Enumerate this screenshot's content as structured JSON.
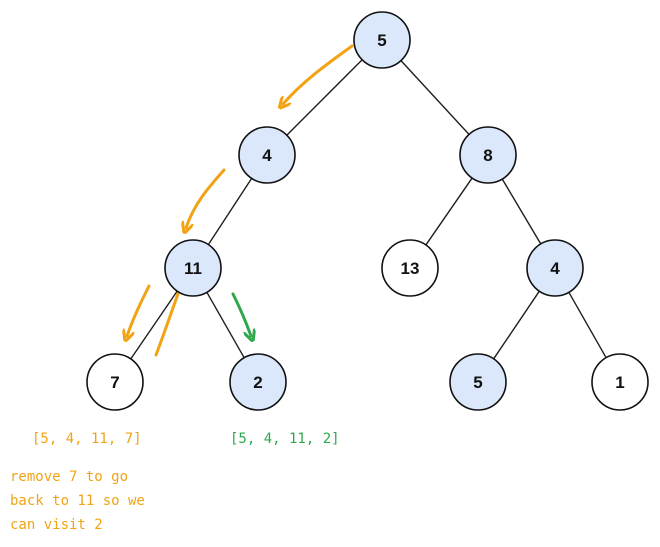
{
  "colors": {
    "edge": "#1f1f1f",
    "node_fill_highlight": "#dbe7fb",
    "node_fill_plain": "#ffffff",
    "node_stroke": "#111111",
    "path_orange": "#f2a314",
    "path_green": "#2fa84d"
  },
  "nodes": [
    {
      "id": "n5-root",
      "label": "5",
      "highlighted": true
    },
    {
      "id": "n4-left",
      "label": "4",
      "highlighted": true
    },
    {
      "id": "n8",
      "label": "8",
      "highlighted": true
    },
    {
      "id": "n11",
      "label": "11",
      "highlighted": true
    },
    {
      "id": "n13",
      "label": "13",
      "highlighted": false
    },
    {
      "id": "n4-right",
      "label": "4",
      "highlighted": true
    },
    {
      "id": "n7",
      "label": "7",
      "highlighted": false
    },
    {
      "id": "n2",
      "label": "2",
      "highlighted": true
    },
    {
      "id": "n5-leaf",
      "label": "5",
      "highlighted": true
    },
    {
      "id": "n1",
      "label": "1",
      "highlighted": false
    }
  ],
  "edges": [
    [
      "n5-root",
      "n4-left"
    ],
    [
      "n5-root",
      "n8"
    ],
    [
      "n4-left",
      "n11"
    ],
    [
      "n8",
      "n13"
    ],
    [
      "n8",
      "n4-right"
    ],
    [
      "n11",
      "n7"
    ],
    [
      "n11",
      "n2"
    ],
    [
      "n4-right",
      "n5-leaf"
    ],
    [
      "n4-right",
      "n1"
    ]
  ],
  "annotations": {
    "path_to_7": "[5, 4, 11, 7]",
    "path_to_2": "[5, 4, 11, 2]",
    "note_lines": [
      "remove 7 to go",
      "back to 11 so we",
      "can visit 2"
    ]
  }
}
